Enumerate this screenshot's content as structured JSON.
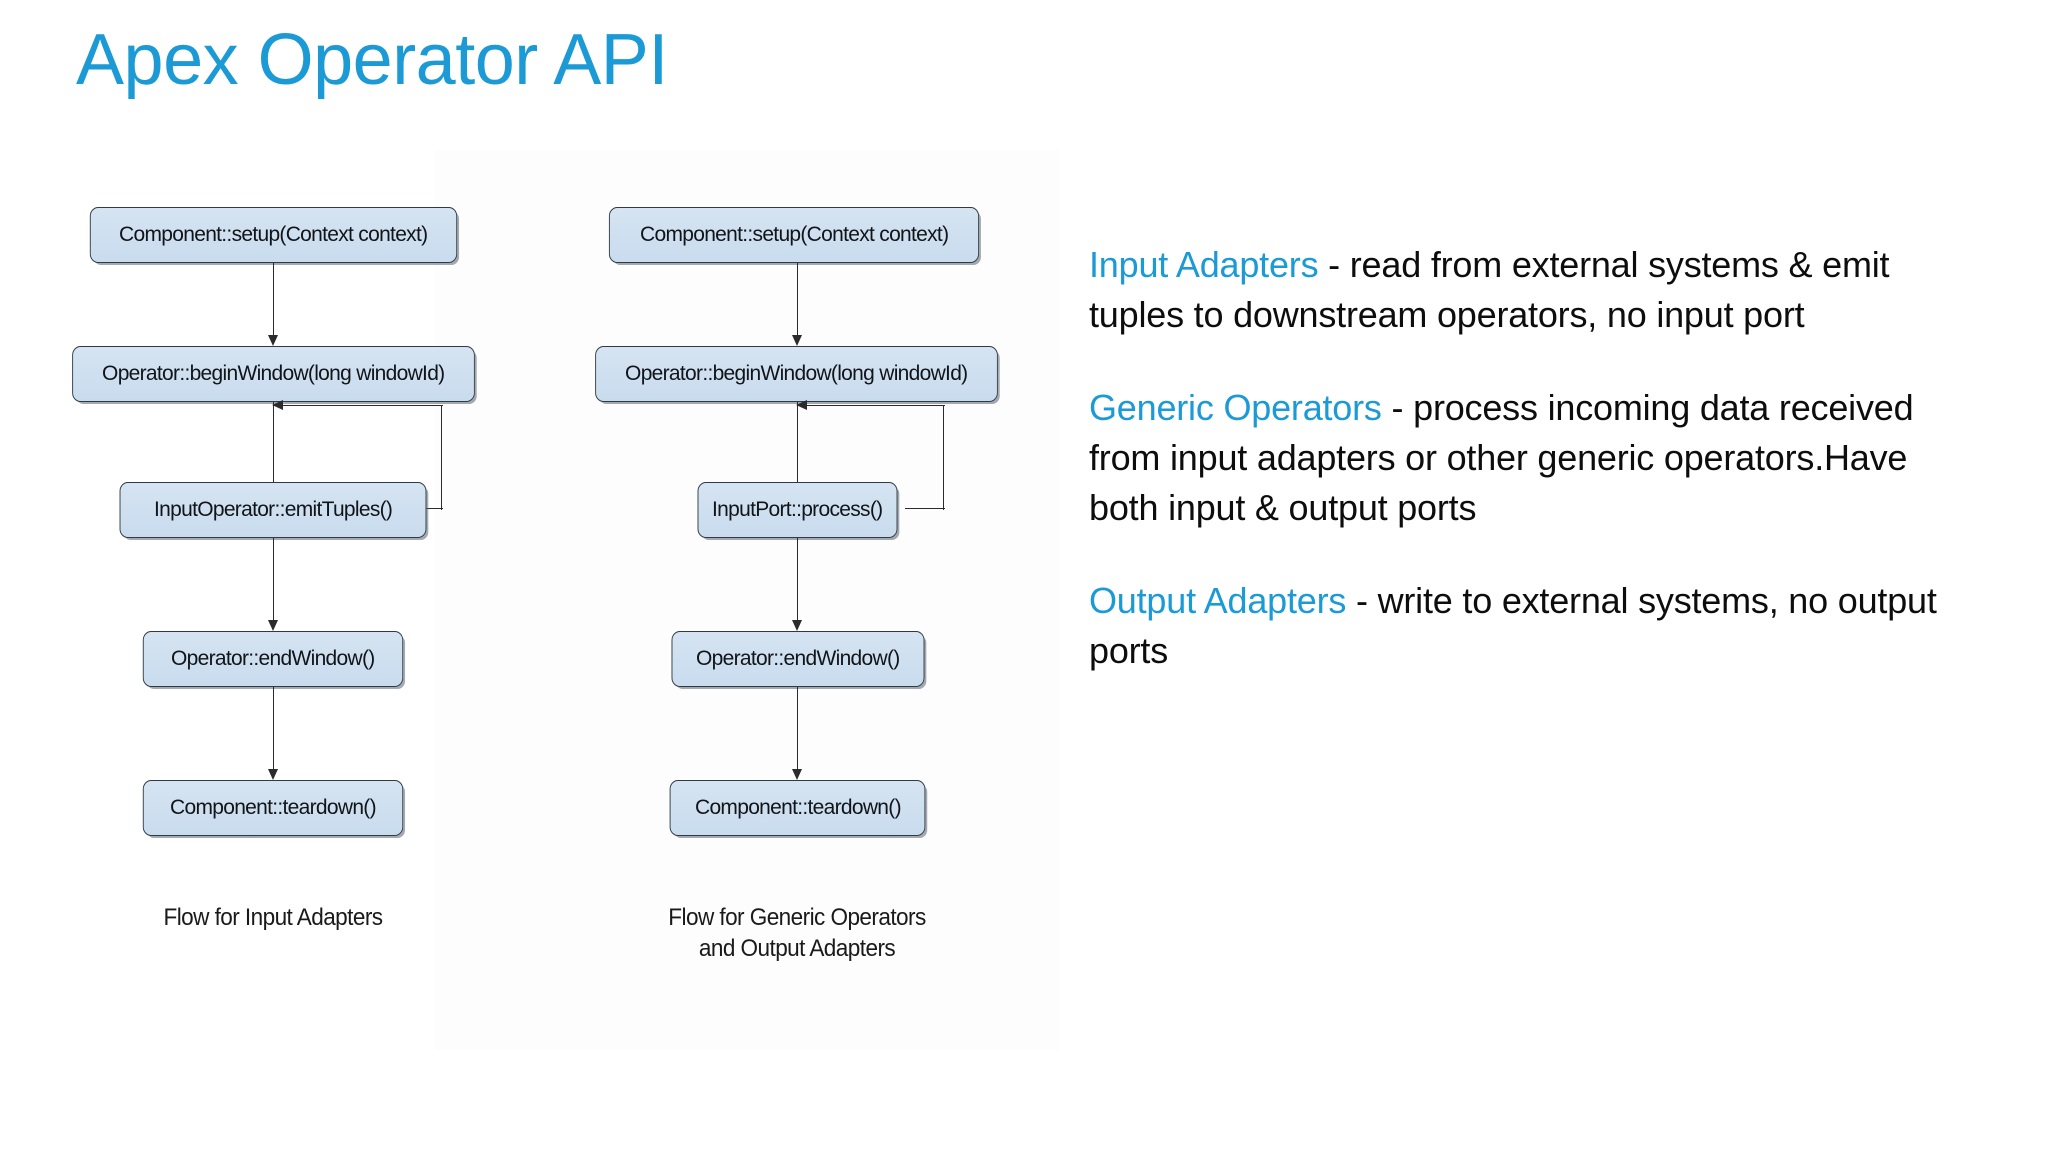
{
  "slide": {
    "title": "Apex Operator API",
    "title_color": "#1B9AD6",
    "accent_color": "#1B9AD6",
    "background_color": "#FFFFFF"
  },
  "diagram": {
    "box_fill": "#CFE0F0",
    "box_border": "#2F3A44",
    "connector_color": "#2B2B2B",
    "flows": [
      {
        "id": "input-adapter-flow",
        "caption": "Flow for Input Adapters",
        "steps": [
          "Component::setup(Context context)",
          "Operator::beginWindow(long windowId)",
          "InputOperator::emitTuples()",
          "Operator::endWindow()",
          "Component::teardown()"
        ],
        "loop": {
          "from_step": 2,
          "to_step": 2,
          "label": ""
        }
      },
      {
        "id": "generic-operator-flow",
        "caption_line1": "Flow for Generic Operators",
        "caption_line2": "and Output Adapters",
        "steps": [
          "Component::setup(Context context)",
          "Operator::beginWindow(long windowId)",
          "InputPort::process()",
          "Operator::endWindow()",
          "Component::teardown()"
        ],
        "loop": {
          "from_step": 2,
          "to_step": 2,
          "label": ""
        }
      }
    ]
  },
  "bullets": [
    {
      "lead": "Input Adapters",
      "rest": " - read from external systems & emit tuples to downstream operators, no input port"
    },
    {
      "lead": "Generic Operators",
      "rest": " - process incoming data received from input adapters or other generic operators.Have both input & output ports"
    },
    {
      "lead": "Output Adapters",
      "rest": " - write to external systems, no output ports"
    }
  ]
}
